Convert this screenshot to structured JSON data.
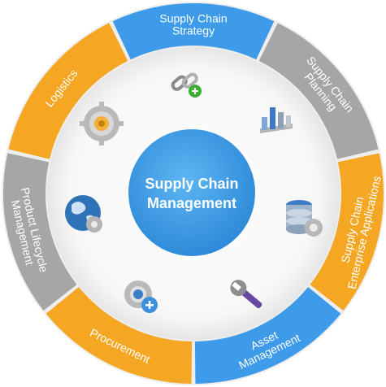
{
  "diagram": {
    "center": {
      "line1": "Supply Chain",
      "line2": "Management",
      "color": "#3f9de6"
    },
    "segments": [
      {
        "id": "strategy",
        "lines": [
          "Supply Chain",
          "Strategy"
        ],
        "color": "blue",
        "icon": "link-add-icon"
      },
      {
        "id": "planning",
        "lines": [
          "Supply Chain",
          "Planning"
        ],
        "color": "gray",
        "icon": "bar-chart-icon"
      },
      {
        "id": "enterprise",
        "lines": [
          "Supply Chain",
          "Enterprise Applications"
        ],
        "color": "orange",
        "icon": "database-gear-icon"
      },
      {
        "id": "asset",
        "lines": [
          "Asset",
          "Management"
        ],
        "color": "blue",
        "icon": "wrench-icon"
      },
      {
        "id": "procurement",
        "lines": [
          "Procurement"
        ],
        "color": "orange",
        "icon": "gear-add-icon"
      },
      {
        "id": "lifecycle",
        "lines": [
          "Product Lifecycle",
          "Management"
        ],
        "color": "gray",
        "icon": "globe-gear-icon"
      },
      {
        "id": "logistics",
        "lines": [
          "Logistics"
        ],
        "color": "orange",
        "icon": "gear-icon"
      }
    ],
    "colors": {
      "blue": "#3d9be9",
      "orange": "#f5a623",
      "gray": "#a6a6a6",
      "ring_bg": "#ececec"
    }
  }
}
